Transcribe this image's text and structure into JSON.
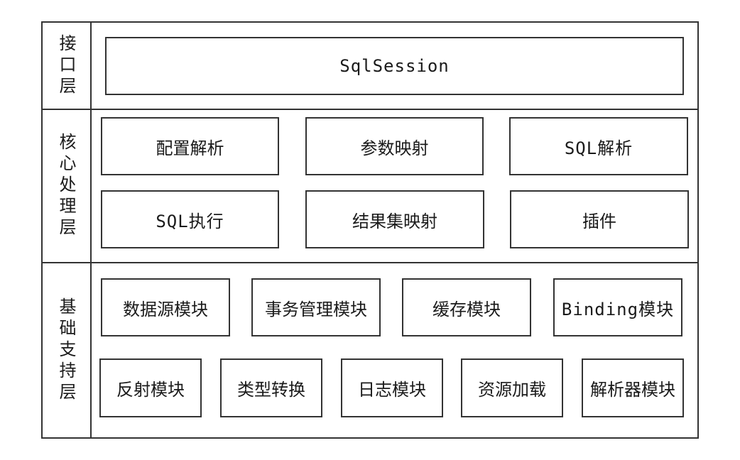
{
  "layers": {
    "interface": {
      "label": "接口层",
      "box": "SqlSession"
    },
    "core": {
      "label": "核心处理层",
      "row1": [
        "配置解析",
        "参数映射",
        "SQL解析"
      ],
      "row2": [
        "SQL执行",
        "结果集映射",
        "插件"
      ]
    },
    "support": {
      "label": "基础支持层",
      "row1": [
        "数据源模块",
        "事务管理模块",
        "缓存模块",
        "Binding模块"
      ],
      "row2": [
        "反射模块",
        "类型转换",
        "日志模块",
        "资源加载",
        "解析器模块"
      ]
    }
  }
}
